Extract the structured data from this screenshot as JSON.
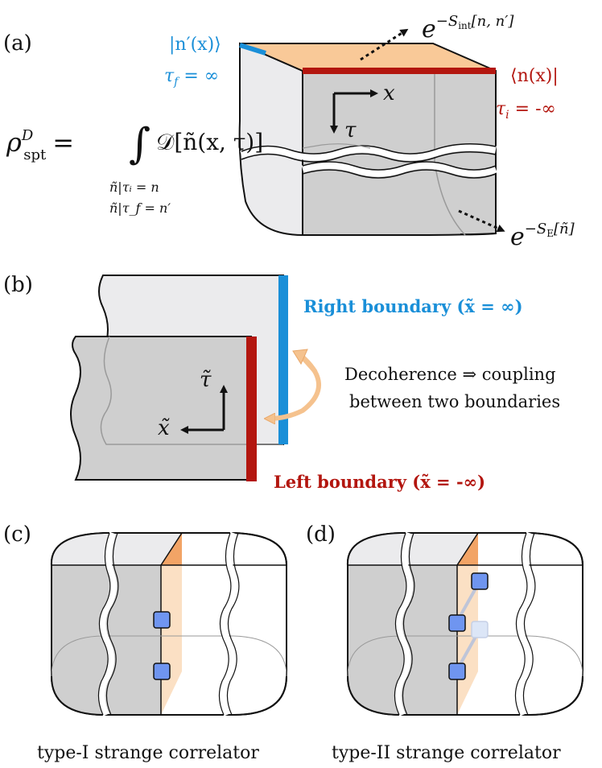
{
  "colors": {
    "blue": "#1a8fd8",
    "red": "#b3160f",
    "orange_face": "#f9c998",
    "orange_deep": "#f2a466",
    "gray_dark": "#cfcfcf",
    "gray_light": "#ebebed",
    "square_blue": "#6f95f0"
  },
  "panel_a": {
    "label": "(a)",
    "ket": "|n′(x)⟩",
    "tau_f": "τ",
    "tau_f_sub": "f",
    "tau_f_value": " = ∞",
    "bra": "⟨n(x)|",
    "tau_i": "τ",
    "tau_i_sub": "i",
    "tau_i_value": " = -∞",
    "axis_x": "x",
    "axis_tau": "τ",
    "rho": "ρ",
    "rho_sup": "D",
    "rho_sub": "spt",
    "equals": "=",
    "integral": "∫",
    "measure": "𝒟[ñ(x, τ)]",
    "cond1": "ñ|τᵢ = n",
    "cond2": "ñ|τ_f = n′",
    "exp_base": "e",
    "exp_int": "−S",
    "exp_int_sub": "int",
    "exp_int_args": "[n, n′]",
    "exp_e": "−S",
    "exp_e_sub": "E",
    "exp_e_args": "[ñ]"
  },
  "panel_b": {
    "label": "(b)",
    "right_boundary": "Right boundary (x̃ = ∞)",
    "left_boundary": "Left boundary (x̃ = -∞)",
    "note_line1": "Decoherence ⇒ coupling",
    "note_line2": "between two boundaries",
    "axis_tau": "τ̃",
    "axis_x": "x̃"
  },
  "panel_c": {
    "label": "(c)",
    "caption": "type-I strange correlator"
  },
  "panel_d": {
    "label": "(d)",
    "caption": "type-II strange correlator"
  }
}
